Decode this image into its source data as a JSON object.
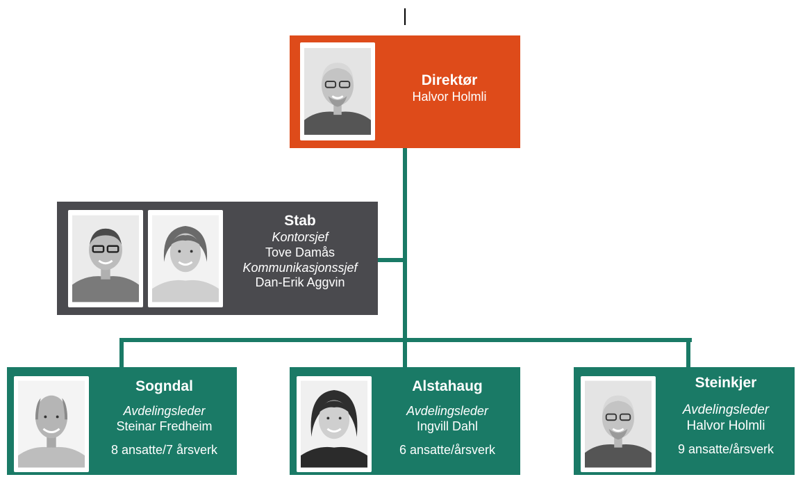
{
  "colors": {
    "director_box": "#de4b1a",
    "staff_box": "#4a4a4e",
    "department_box": "#1a7a66",
    "connector": "#1a7a66"
  },
  "director": {
    "title": "Direktør",
    "name": "Halvor Holmli",
    "photo": "portrait-gray-haired-man-glasses"
  },
  "staff": {
    "title": "Stab",
    "role1": "Kontorsjef",
    "name1": "Tove Damås",
    "role2": "Kommunikasjonssjef",
    "name2": "Dan-Erik Aggvin",
    "photos": [
      "portrait-man-glasses",
      "portrait-woman"
    ]
  },
  "departments": [
    {
      "title": "Sogndal",
      "role": "Avdelingsleder",
      "name": "Steinar Fredheim",
      "staff_count": "8 ansatte/7 årsverk",
      "photo": "portrait-bald-man"
    },
    {
      "title": "Alstahaug",
      "role": "Avdelingsleder",
      "name": "Ingvill Dahl",
      "staff_count": "6 ansatte/årsverk",
      "photo": "portrait-dark-haired-woman"
    },
    {
      "title": "Steinkjer",
      "role": "Avdelingsleder",
      "name": "Halvor Holmli",
      "staff_count": "9 ansatte/årsverk",
      "photo": "portrait-gray-haired-man-glasses"
    }
  ]
}
